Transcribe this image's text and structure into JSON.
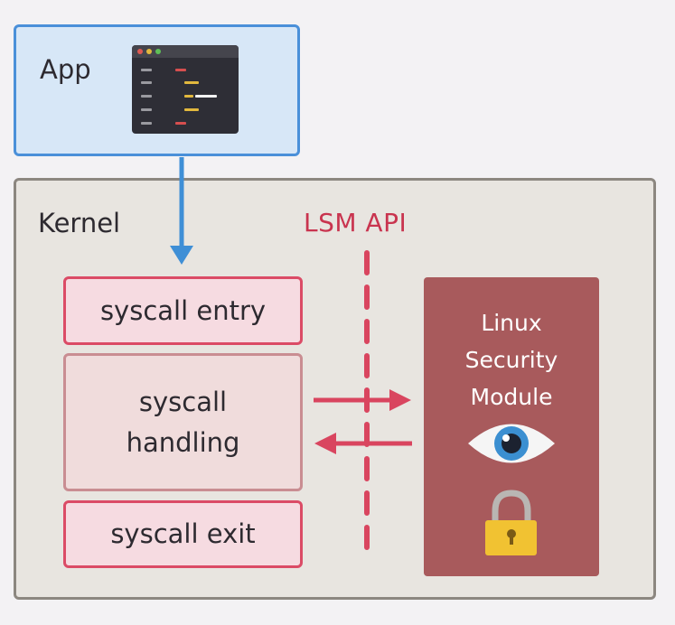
{
  "app": {
    "label": "App",
    "icon": "code-editor-icon"
  },
  "kernel": {
    "label": "Kernel",
    "lsm_api_label": "LSM API",
    "syscall_steps": [
      {
        "label": "syscall entry"
      },
      {
        "label_line1": "syscall",
        "label_line2": "handling"
      },
      {
        "label": "syscall exit"
      }
    ]
  },
  "security_module": {
    "title_lines": [
      "Linux",
      "Security",
      "Module"
    ],
    "icons": [
      "eye-icon",
      "padlock-icon"
    ]
  },
  "colors": {
    "app_fill": "#d7e7f7",
    "app_border": "#4a90d9",
    "kernel_fill": "#e8e5e0",
    "accent_red": "#db4b66",
    "module_fill": "#a85a5c",
    "call_arrow": "#3f8fd6"
  }
}
